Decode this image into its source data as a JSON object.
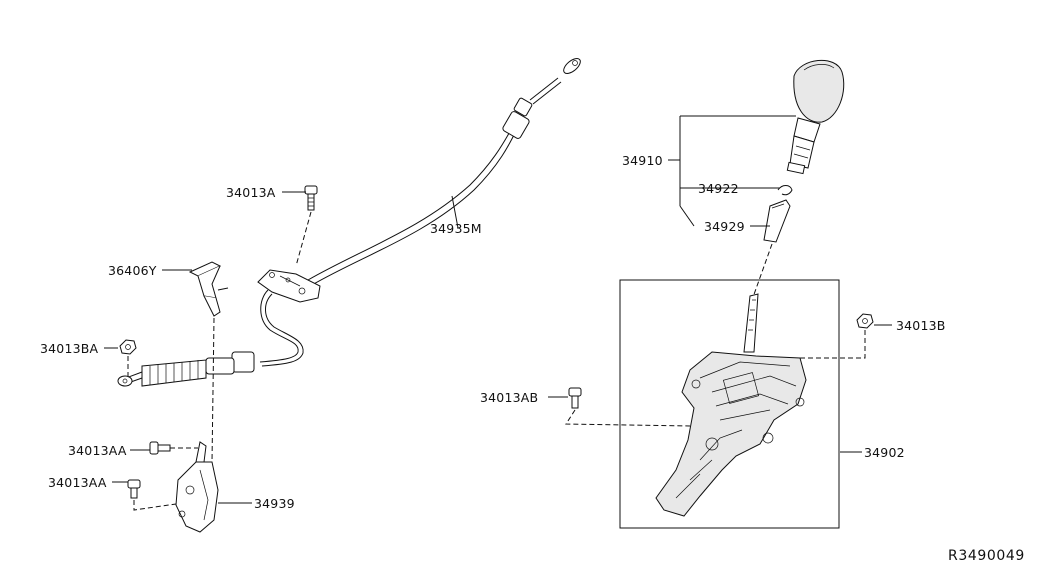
{
  "labels": {
    "p34013A": "34013A",
    "p36406Y": "36406Y",
    "p34013BA": "34013BA",
    "p34013AA_1": "34013AA",
    "p34013AA_2": "34013AA",
    "p34939": "34939",
    "p34935M": "34935M",
    "p34910": "34910",
    "p34922": "34922",
    "p34929": "34929",
    "p34013B": "34013B",
    "p34013AB": "34013AB",
    "p34902": "34902"
  },
  "diagram_id": "R3490049"
}
